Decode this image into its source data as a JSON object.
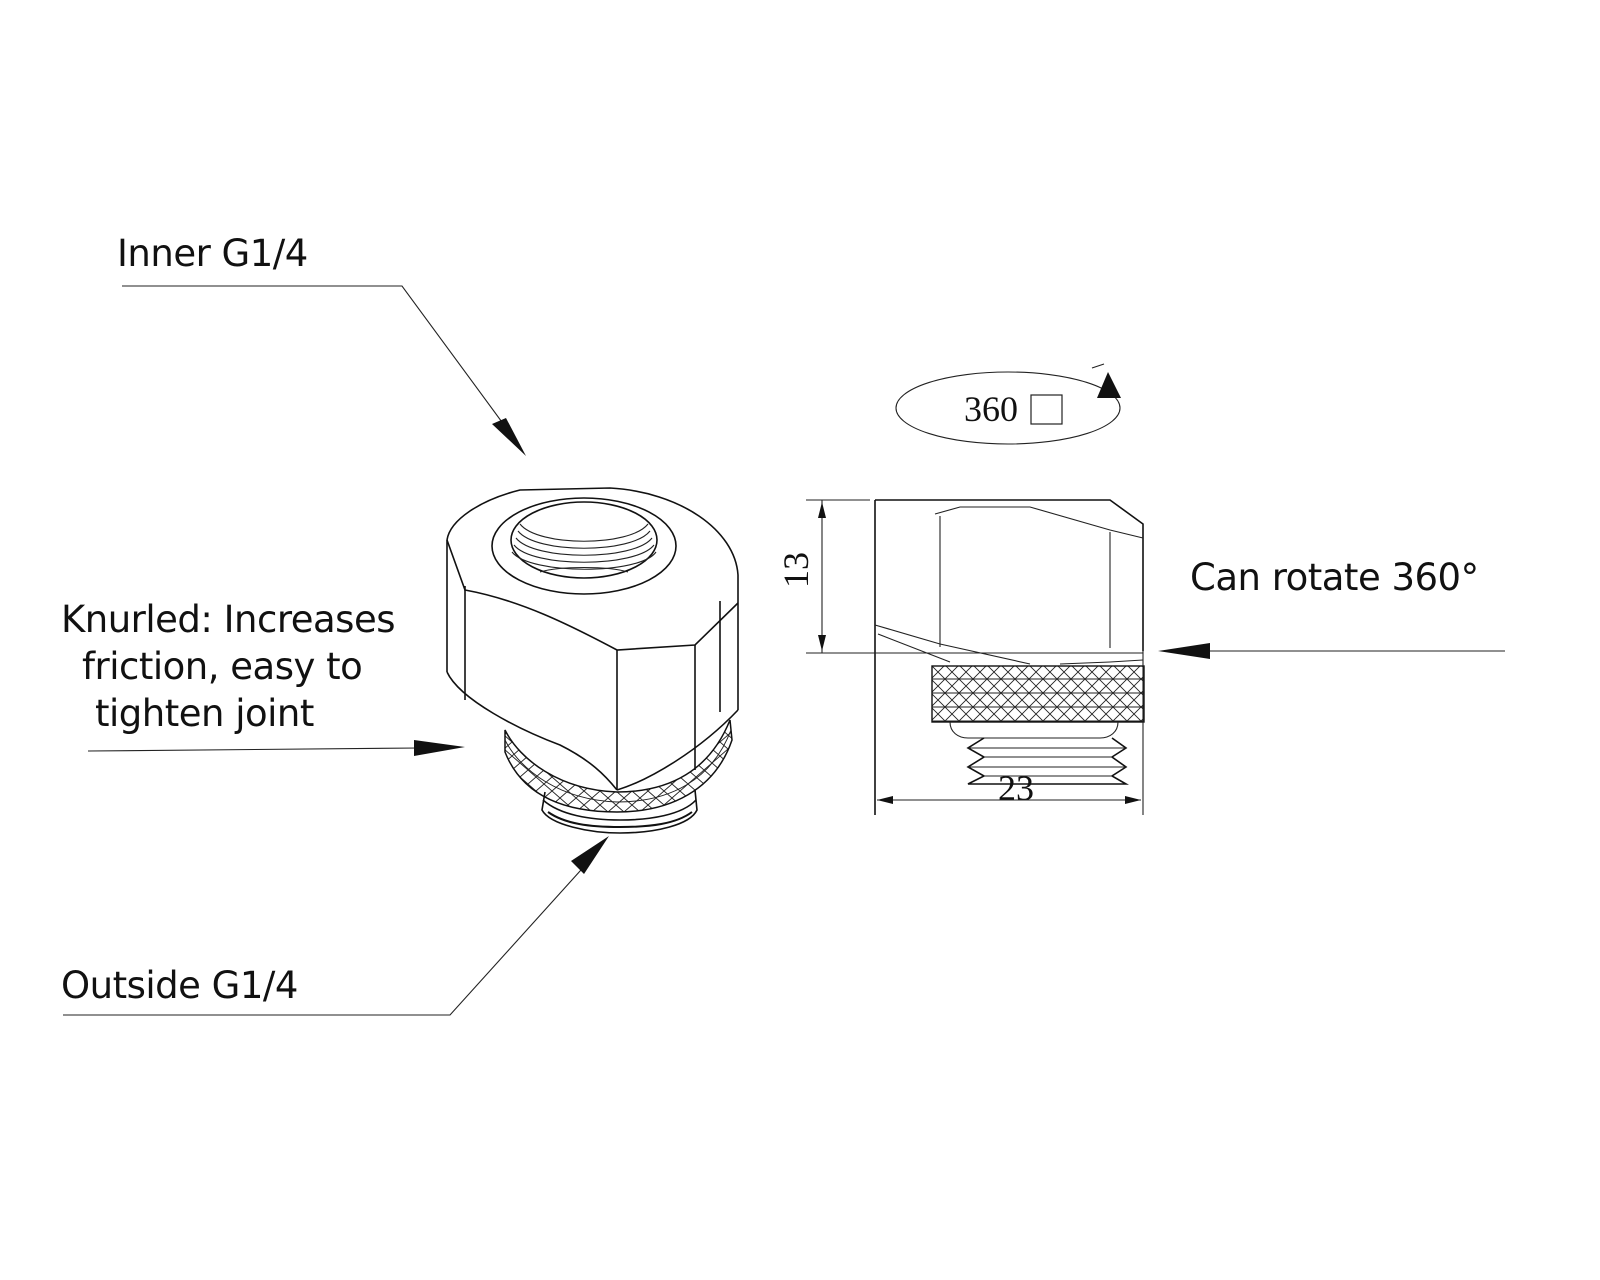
{
  "diagram": {
    "title": "G1/4 rotary fitting technical drawing",
    "callouts": {
      "inner_thread": "Inner G1/4",
      "knurled_line1": "Knurled: Increases",
      "knurled_line2": "friction, easy to",
      "knurled_line3": "tighten joint",
      "outside_thread": "Outside G1/4",
      "rotate": "Can rotate 360°"
    },
    "rotation_symbol": {
      "text": "360",
      "missing_glyph": "□"
    },
    "dimensions": {
      "height": "13",
      "width": "23"
    },
    "colors": {
      "line": "#111111",
      "background": "#ffffff"
    }
  }
}
